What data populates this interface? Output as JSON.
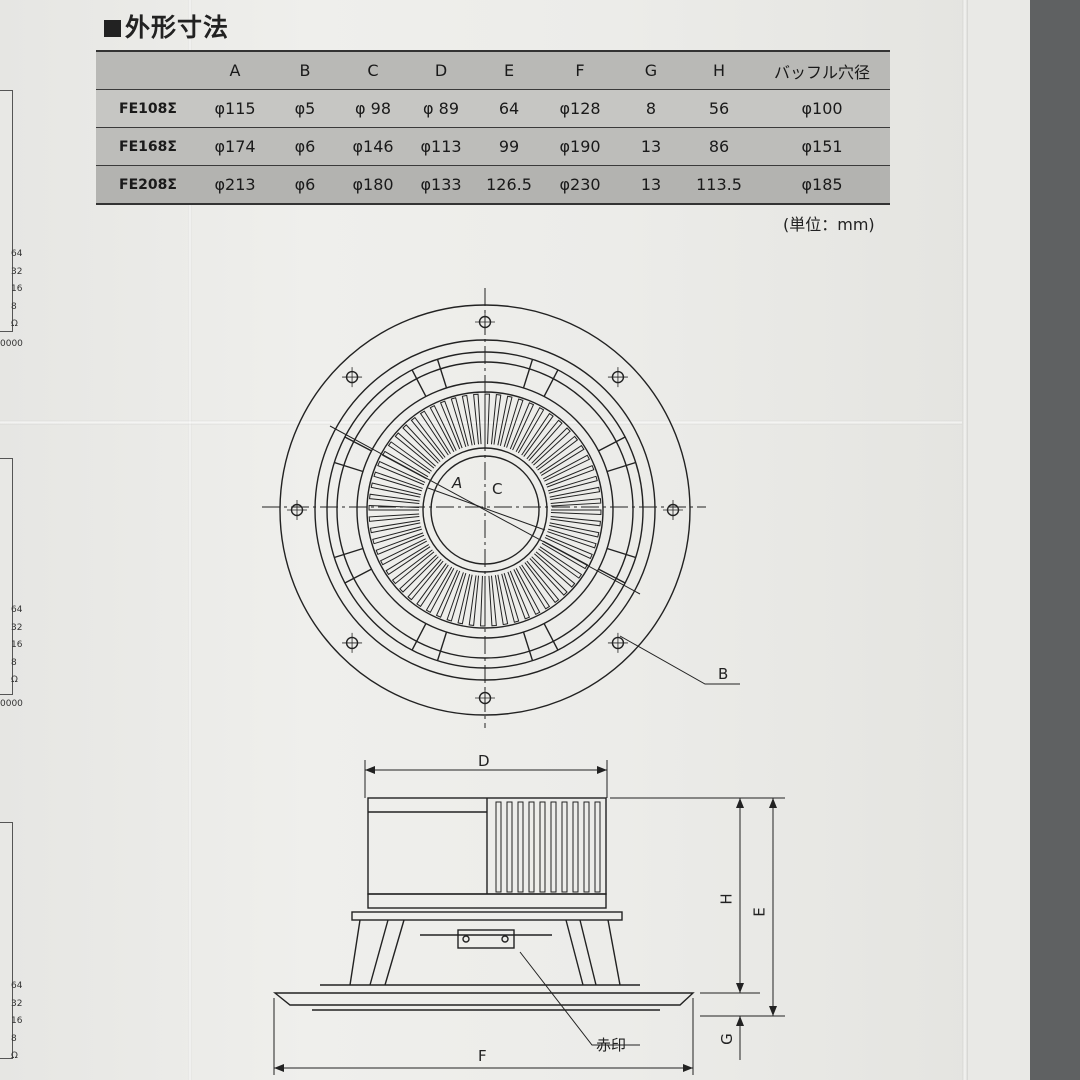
{
  "title": "外形寸法",
  "table": {
    "headers": [
      "",
      "A",
      "B",
      "C",
      "D",
      "E",
      "F",
      "G",
      "H",
      "バッフル穴径"
    ],
    "rows": [
      [
        "FE108Σ",
        "φ115",
        "φ5",
        "φ 98",
        "φ 89",
        "64",
        "φ128",
        "8",
        "56",
        "φ100"
      ],
      [
        "FE168Σ",
        "φ174",
        "φ6",
        "φ146",
        "φ113",
        "99",
        "φ190",
        "13",
        "86",
        "φ151"
      ],
      [
        "FE208Σ",
        "φ213",
        "φ6",
        "φ180",
        "φ133",
        "126.5",
        "φ230",
        "13",
        "113.5",
        "φ185"
      ]
    ]
  },
  "unit_note": "(単位：mm)",
  "side_scale": {
    "values": [
      "64",
      "32",
      "16",
      "8",
      "Ω"
    ],
    "footer": "0000"
  },
  "drawing_labels": {
    "a": "A",
    "b": "B",
    "c": "C",
    "d": "D",
    "e": "E",
    "f": "F",
    "g": "G",
    "h": "H",
    "red_mark": "赤印"
  }
}
